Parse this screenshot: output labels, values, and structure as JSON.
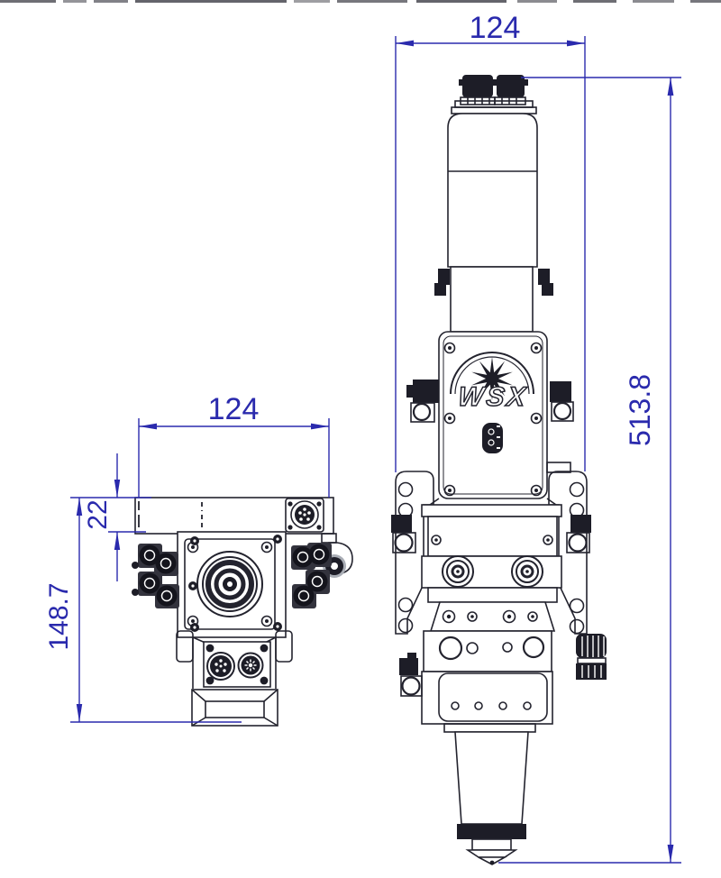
{
  "drawing": {
    "type": "technical-dimension-drawing",
    "brand_logo_text": "WSX",
    "dimensions": {
      "front_width": {
        "value": "124"
      },
      "front_height": {
        "value": "513.8"
      },
      "side_width": {
        "value": "124"
      },
      "side_flange_thickness": {
        "value": "22"
      },
      "side_height": {
        "value": "148.7"
      }
    },
    "colors": {
      "dimension_lines": "#2a2aad",
      "line_art": "#23232e",
      "black_fill": "#1d1d27",
      "background": "#ffffff"
    }
  }
}
